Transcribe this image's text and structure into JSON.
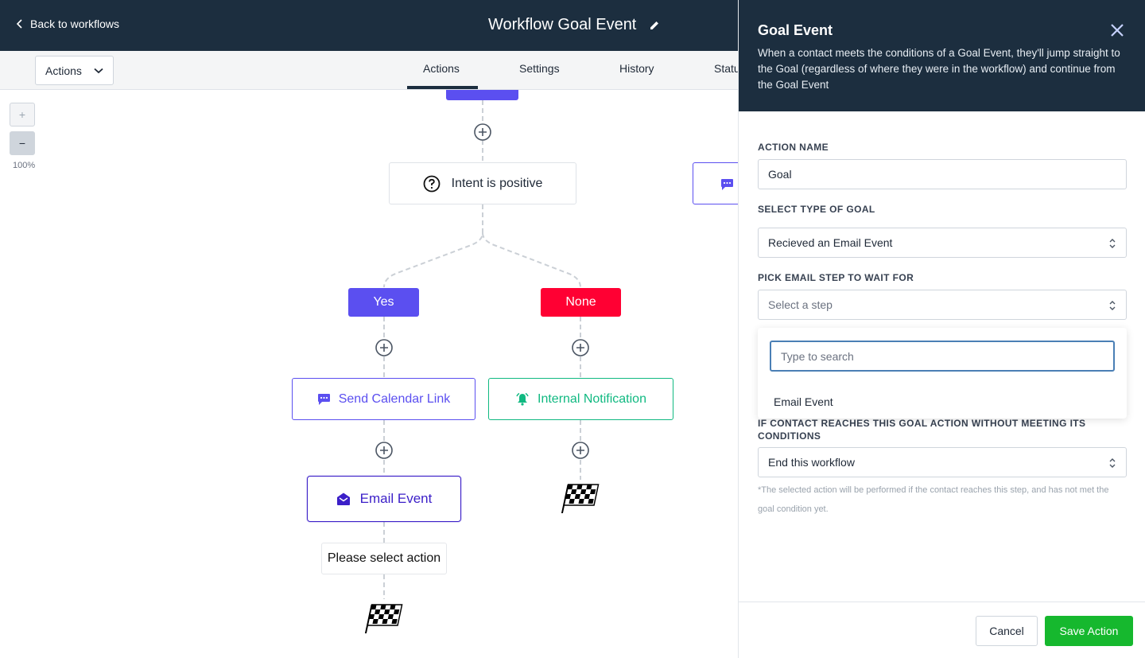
{
  "header": {
    "back_label": "Back to workflows",
    "title": "Workflow Goal Event"
  },
  "toolbar": {
    "actions_dropdown": "Actions",
    "tabs": [
      {
        "label": "Actions",
        "active": true
      },
      {
        "label": "Settings",
        "active": false
      },
      {
        "label": "History",
        "active": false
      },
      {
        "label": "Statu",
        "active": false
      }
    ]
  },
  "canvas": {
    "zoom_in": "+",
    "zoom_out": "−",
    "zoom_level": "100%",
    "nodes": {
      "condition": "Intent is positive",
      "branch_yes": "Yes",
      "branch_none": "None",
      "send_calendar": "Send Calendar Link",
      "internal_notification": "Internal Notification",
      "email_event": "Email Event",
      "please_select": "Please select action"
    },
    "colors": {
      "accent": "#5b4ff0",
      "branch_none": "#ff0033",
      "notification": "#10b981",
      "email_event": "#3b1fc8"
    }
  },
  "panel": {
    "title": "Goal Event",
    "description": "When a contact meets the conditions of a Goal Event, they'll jump straight to the Goal (regardless of where they were in the workflow) and continue from the Goal Event",
    "action_name_label": "ACTION NAME",
    "action_name_value": "Goal",
    "goal_type_label": "SELECT TYPE OF GOAL",
    "goal_type_value": "Recieved an Email Event",
    "email_step_label": "PICK EMAIL STEP TO WAIT FOR",
    "email_step_placeholder": "Select a step",
    "search_placeholder": "Type to search",
    "dropdown_options": [
      "Email Event"
    ],
    "no_match_label_line1": "IF CONTACT REACHES THIS GOAL ACTION WITHOUT MEETING ITS",
    "no_match_label_line2": "CONDITIONS",
    "no_match_value": "End this workflow",
    "note": "*The selected action will be performed if the contact reaches this step, and has not met the goal condition yet.",
    "cancel_label": "Cancel",
    "save_label": "Save Action"
  }
}
